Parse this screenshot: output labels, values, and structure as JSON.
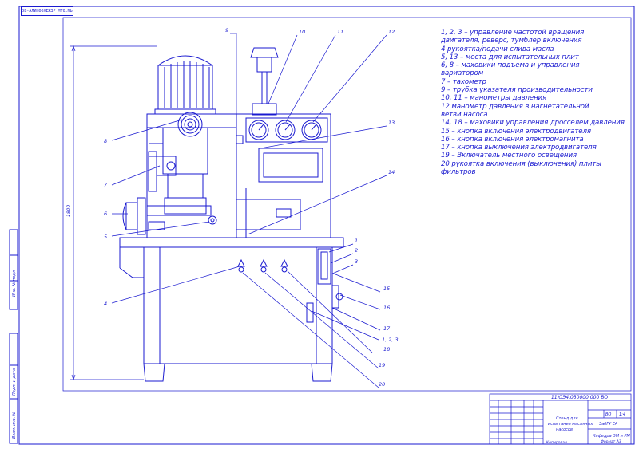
{
  "corner_stamp": "ЭВ-АЛИНООХЕЖЗР МТО.МЬ",
  "callouts": [
    "1",
    "2",
    "3",
    "4",
    "5",
    "6",
    "7",
    "8",
    "9",
    "10",
    "11",
    "12",
    "13",
    "14",
    "15",
    "16",
    "17",
    "18",
    "19",
    "20",
    "1, 2, 3"
  ],
  "dimension_height": "1800",
  "legend": [
    "1, 2, 3 – управление частотой вращения",
    "двигателя, реверс, тумблер включения",
    "4    рукоятка/подачи слива масла",
    "5, 13 – места для испытательных плит",
    "6, 8 – маховики подъема и управления",
    "вариатором",
    "7 – тахометр",
    "9 – трубка указателя производительности",
    "10, 11 – манометры давления",
    "12    манометр давления в нагнетательной",
    "ветви насоса",
    "14, 18 – маховики управления дросселем давления",
    "15 – кнопка включения электродвигателя",
    "16 – кнопка включения электромагнита",
    "17 – кнопка выключения электродвигателя",
    "19 – Включатель местного освещения",
    "20    рукоятка включения (выключения) плиты",
    "фильтров"
  ],
  "title_block": {
    "doc_number": "11ЮЭ4.030000.000 ВО",
    "title": [
      "Стенд для",
      "испытания масляных",
      "насосов"
    ],
    "sheet": "ВО",
    "scale": "1:4",
    "org": [
      "ЗабГУ ЕА",
      "Кафедра ЭМ и РМ"
    ],
    "format": "Формат А3",
    "copied": "Копировал"
  },
  "side_stamps": [
    "Инв. № подл.",
    "Подп. и дата",
    "Взам. инв. №"
  ],
  "colors": {
    "line": "#1a1ad0",
    "background": "#ffffff"
  }
}
